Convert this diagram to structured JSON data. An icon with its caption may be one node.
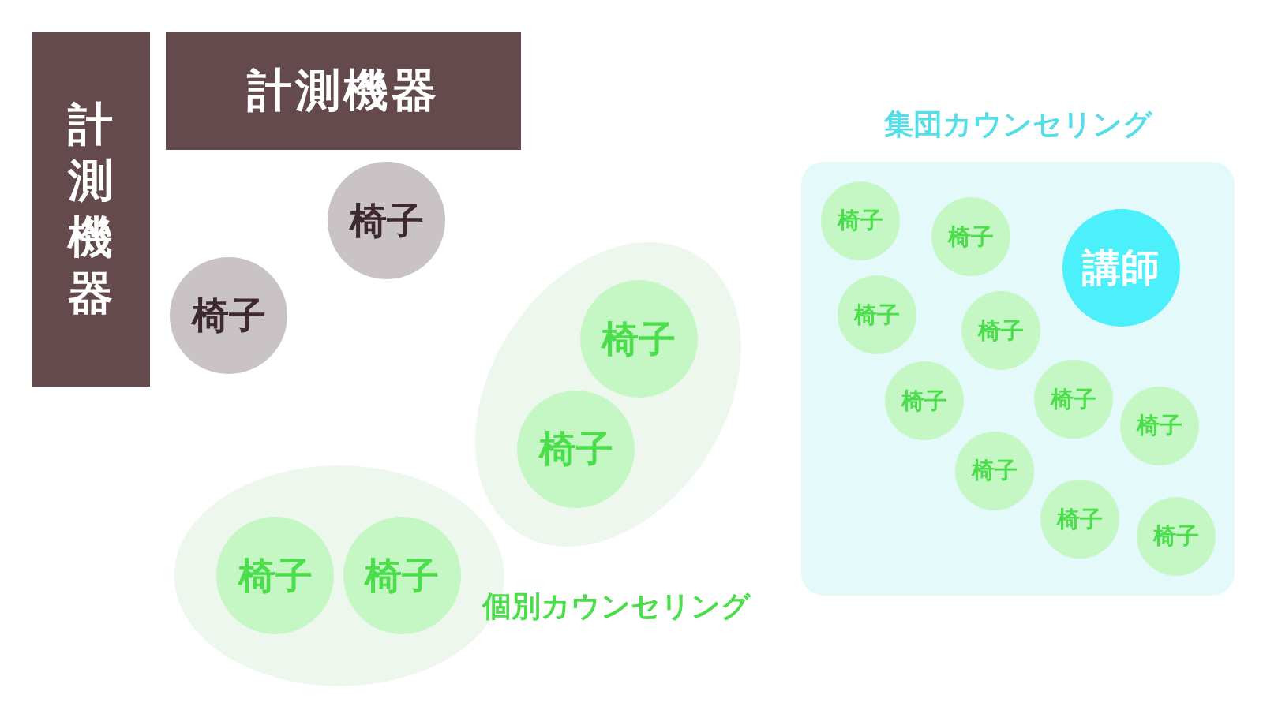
{
  "diagram": {
    "nodes": [
      {
        "text": [
          "計測機器"
        ]
      },
      {
        "text": [
          "計測機器"
        ]
      },
      {
        "text": [
          "椅子"
        ]
      },
      {
        "text": [
          "椅子"
        ]
      },
      {
        "text": [],
        "shape": "ellipse"
      },
      {
        "text": [
          "椅子"
        ],
        "in": 4
      },
      {
        "text": [
          "椅子"
        ],
        "in": 4
      },
      {
        "text": [],
        "shape": "ellipse"
      },
      {
        "text": [
          "椅子"
        ],
        "in": 7
      },
      {
        "text": [
          "椅子"
        ],
        "in": 7
      },
      {
        "text": [
          "集団カウンセリング"
        ]
      },
      {
        "text": [
          "椅子"
        ],
        "in": 10
      },
      {
        "text": [
          "椅子"
        ],
        "in": 10
      },
      {
        "text": [
          "講師"
        ],
        "in": 10
      },
      {
        "text": [
          "椅子"
        ],
        "in": 10
      },
      {
        "text": [
          "椅子"
        ],
        "in": 10
      },
      {
        "text": [
          "椅子"
        ],
        "in": 10
      },
      {
        "text": [
          "椅子"
        ],
        "in": 10
      },
      {
        "text": [
          "椅子"
        ],
        "in": 10
      },
      {
        "text": [
          "椅子"
        ],
        "in": 10
      },
      {
        "text": [
          "椅子"
        ],
        "in": 10
      },
      {
        "text": [
          "椅子"
        ],
        "in": 10
      }
    ],
    "labels": [
      "個別カウンセリング"
    ]
  }
}
